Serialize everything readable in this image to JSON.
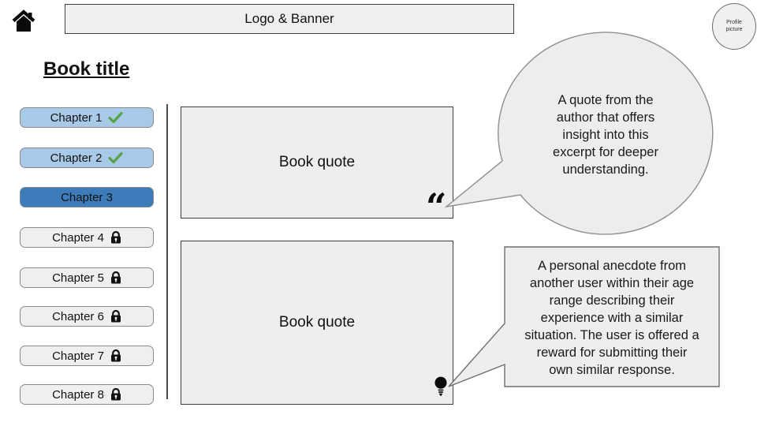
{
  "header": {
    "banner_label": "Logo & Banner",
    "profile_label": "Profile picture"
  },
  "sidebar": {
    "book_title": "Book title",
    "chapters": [
      {
        "label": "Chapter 1",
        "status": "completed",
        "icon": "check-icon"
      },
      {
        "label": "Chapter 2",
        "status": "completed",
        "icon": "check-icon"
      },
      {
        "label": "Chapter 3",
        "status": "selected",
        "icon": ""
      },
      {
        "label": "Chapter 4",
        "status": "locked",
        "icon": "lock-icon"
      },
      {
        "label": "Chapter 5",
        "status": "locked",
        "icon": "lock-icon"
      },
      {
        "label": "Chapter 6",
        "status": "locked",
        "icon": "lock-icon"
      },
      {
        "label": "Chapter 7",
        "status": "locked",
        "icon": "lock-icon"
      },
      {
        "label": "Chapter 8",
        "status": "locked",
        "icon": "lock-icon"
      }
    ]
  },
  "main": {
    "quote_box_1": {
      "label": "Book quote",
      "corner_icon": "quotation-marks-icon",
      "glyph": "“"
    },
    "quote_box_2": {
      "label": "Book quote",
      "corner_icon": "lightbulb-icon"
    }
  },
  "callouts": {
    "author_quote": {
      "text": "A quote from the author that offers insight into this excerpt for deeper understanding.",
      "lines": [
        "A quote from the",
        "author that offers",
        "insight into this",
        "excerpt for deeper",
        "understanding."
      ]
    },
    "anecdote": {
      "text": "A personal anecdote from another user within their age range describing their experience with a similar situation. The user is offered a reward for submitting their own similar response.",
      "lines": [
        "A personal anecdote from",
        "another user within their age",
        "range describing their",
        "experience with a similar",
        "situation. The user is offered a",
        "reward for submitting their",
        "own similar response."
      ]
    }
  },
  "colors": {
    "completed_chapter_bg": "#a9c9e9",
    "selected_chapter_bg": "#3d7cba",
    "locked_chapter_bg": "#efefef",
    "check_green": "#55a546",
    "panel_fill": "#eeeeee",
    "border_dark": "#3f3f3f",
    "border_gray": "#8a8a8a"
  }
}
